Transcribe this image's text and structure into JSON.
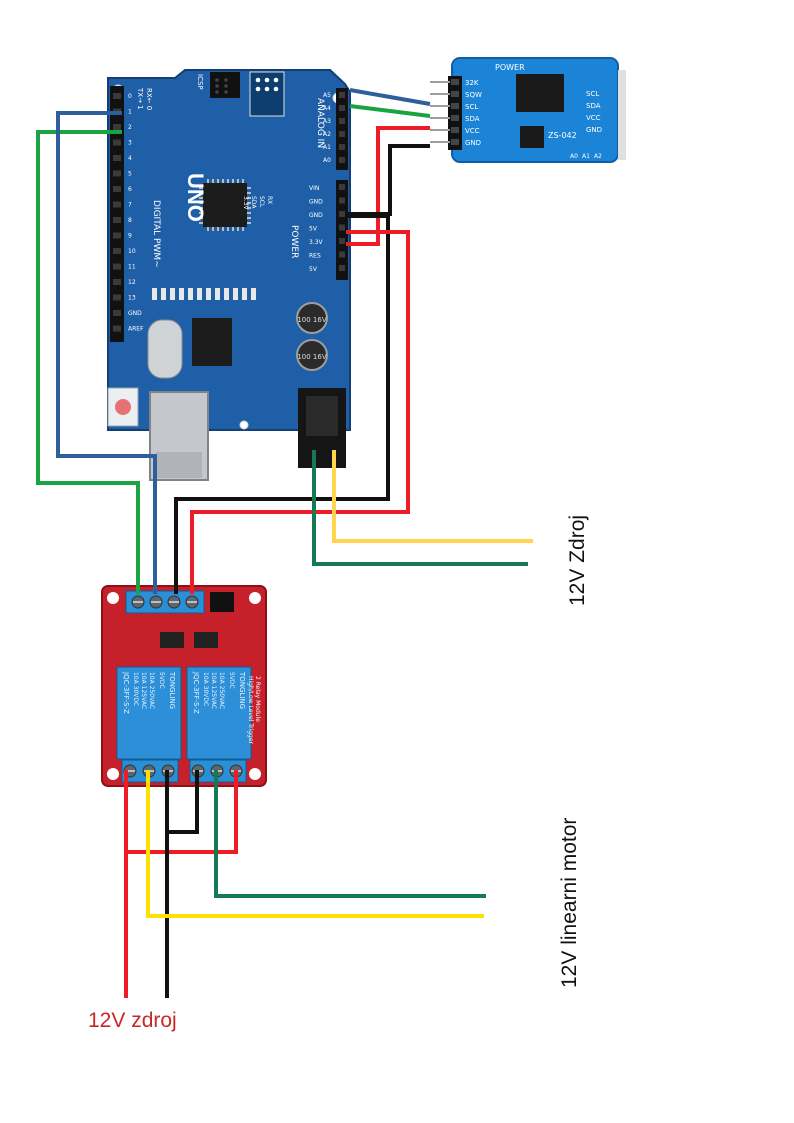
{
  "labels": {
    "power_top": "12V Zdroj",
    "motor": "12V linearni motor",
    "power_bottom": "12V zdroj"
  },
  "arduino": {
    "model": "UNO",
    "digital_header": "DIGITAL PWM~",
    "analog_header": "ANALOG IN",
    "power_header": "POWER",
    "icsp": "ICSP",
    "rx_label": "RX← 0",
    "tx_label": "TX→ 1",
    "digital_pins": [
      "0",
      "1",
      "2",
      "3",
      "4",
      "5",
      "6",
      "7",
      "8",
      "9",
      "10",
      "11",
      "12",
      "13",
      "GND",
      "AREF"
    ],
    "analog_pins": [
      "A0",
      "A1",
      "A2",
      "A3",
      "A4",
      "A5"
    ],
    "power_pins": [
      "VIN",
      "GND",
      "GND",
      "5V",
      "3.3V",
      "RES",
      "5V"
    ],
    "bottom_texts": [
      "RX",
      "SCL",
      "SDA",
      "3.3V"
    ],
    "cap_label": "100 16V"
  },
  "rtc": {
    "model": "ZS-042",
    "power": "POWER",
    "left_pins": [
      "32K",
      "SQW",
      "SCL",
      "SDA",
      "VCC",
      "GND"
    ],
    "right_pins": [
      "SCL",
      "SDA",
      "VCC",
      "GND"
    ],
    "addr_pins": [
      "A0",
      "A1",
      "A2"
    ]
  },
  "relay": {
    "title": "2 Relay Module",
    "subtitle": "High/Low Level Trigger",
    "relay_brand": "TONGLING",
    "relay_model": "JQC-3FF-S-Z",
    "relay_rating_1": "10A 250VAC",
    "relay_rating_2": "10A 125VAC",
    "relay_rating_3": "10A 30VDC",
    "relay_coil": "5VDC"
  },
  "colors": {
    "board_blue": "#1f5fa8",
    "relay_red": "#c6202b",
    "relay_blue": "#2c8fd8",
    "wire_red": "#ee1c24",
    "wire_black": "#111111",
    "wire_green": "#1aa342",
    "wire_blue": "#2f5f9a",
    "wire_yellow": "#ffe000",
    "wire_teal": "#137a55",
    "wire_gold": "#ffd54f",
    "label_red": "#c62828"
  }
}
